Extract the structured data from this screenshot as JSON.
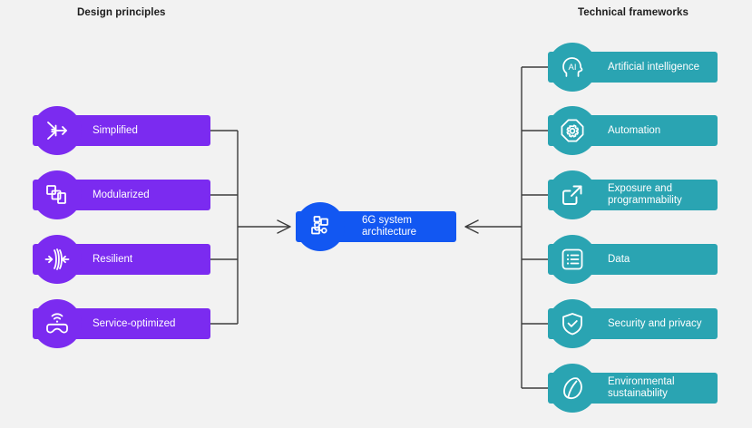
{
  "headings": {
    "left": "Design principles",
    "right": "Technical frameworks"
  },
  "colors": {
    "background": "#f2f2f2",
    "design_principles": "#7b2bf0",
    "technical_frameworks": "#2aa4b2",
    "center_node": "#1257f2",
    "connector": "#3c3c3c",
    "label_text": "#ffffff",
    "heading_text": "#1c1c1c"
  },
  "center": {
    "label": "6G system\narchitecture",
    "icon": "system-architecture-icon"
  },
  "design_principles": [
    {
      "label": "Simplified",
      "icon": "converging-arrows-icon"
    },
    {
      "label": "Modularized",
      "icon": "modules-squares-icon"
    },
    {
      "label": "Resilient",
      "icon": "resilience-arrows-icon"
    },
    {
      "label": "Service-optimized",
      "icon": "vr-headset-wifi-icon"
    }
  ],
  "technical_frameworks": [
    {
      "label": "Artificial intelligence",
      "icon": "ai-head-icon"
    },
    {
      "label": "Automation",
      "icon": "gear-octagon-icon"
    },
    {
      "label": "Exposure and\nprogrammability",
      "icon": "external-link-arrow-icon"
    },
    {
      "label": "Data",
      "icon": "list-document-icon"
    },
    {
      "label": "Security and privacy",
      "icon": "shield-check-icon"
    },
    {
      "label": "Environmental\nsustainability",
      "icon": "leaf-icon"
    }
  ]
}
